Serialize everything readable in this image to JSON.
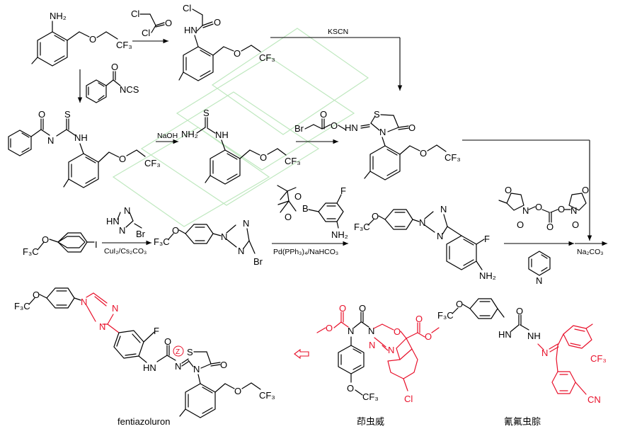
{
  "reagents": {
    "chloroacetyl": {
      "cl1": "Cl",
      "cl2": "Cl",
      "o": "O"
    },
    "kscn": "KSCN",
    "benzoyl_ncs": "NCS",
    "naoh": "NaOH",
    "bromoacetate": {
      "br": "Br",
      "o": "O"
    },
    "triazole": {
      "hn": "HN",
      "n": "N",
      "br": "Br"
    },
    "cui": "CuI₂/Cs₂CO₃",
    "pd": "Pd(PPh₃)₄/NaHCO₃",
    "boronate": {
      "b": "B",
      "o": "O",
      "f": "F",
      "nh2": "NH₂"
    },
    "na2co3": "Na₂CO₃"
  },
  "atoms": {
    "nh2": "NH₂",
    "o": "O",
    "cf3": "CF₃",
    "hn": "HN",
    "nh": "NH",
    "n": "N",
    "s": "S",
    "cl": "Cl",
    "f": "F",
    "i": "I",
    "f3co": "F₃C",
    "cn": "CN",
    "z": "Z"
  },
  "names": {
    "fentiazoluron": "fentiazoluron",
    "indoxacarb": "茚虫威",
    "metaflumizone": "氰氟虫腙"
  }
}
